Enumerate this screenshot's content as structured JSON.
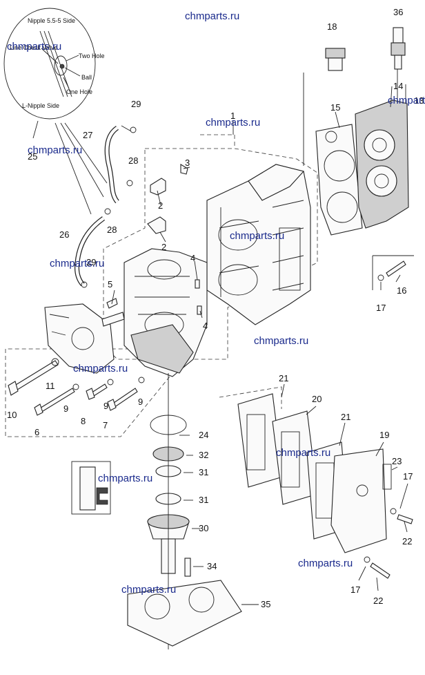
{
  "watermark": "chmparts.ru",
  "inset": {
    "title": "Nipple 5.5-5 Side",
    "check_valve": "Line Check Valve",
    "two_hole": "Two Hole",
    "ball": "Ball",
    "one_hole": "One Hole",
    "bottom": "L-Nipple Side"
  },
  "callouts": [
    "1",
    "2",
    "3",
    "4",
    "5",
    "6",
    "7",
    "8",
    "9",
    "10",
    "11",
    "13",
    "14",
    "15",
    "16",
    "17",
    "18",
    "19",
    "20",
    "21",
    "22",
    "23",
    "24",
    "25",
    "26",
    "27",
    "28",
    "29",
    "30",
    "31",
    "32",
    "34",
    "35",
    "36"
  ]
}
